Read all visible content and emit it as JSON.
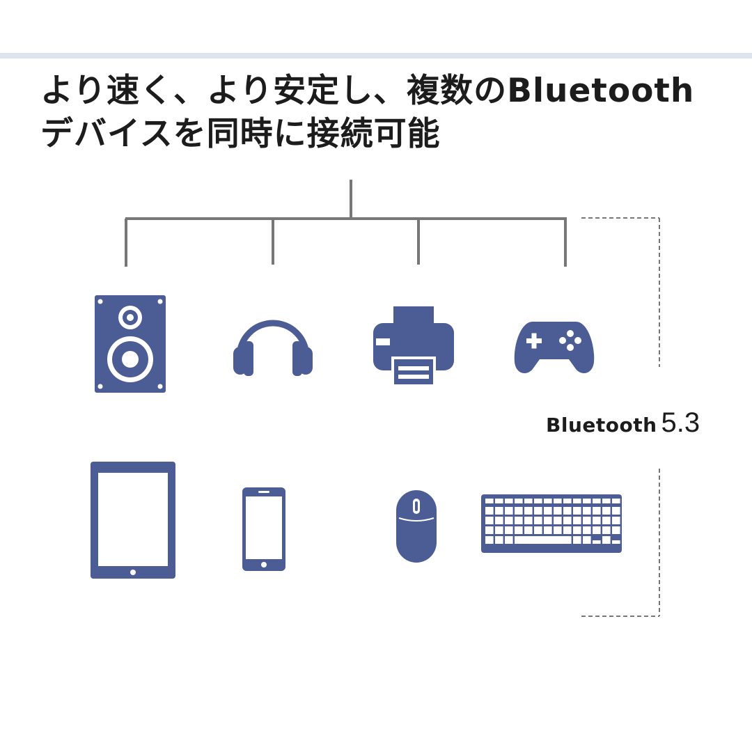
{
  "headline": {
    "line1": "より速く、より安定し、複数のBluetooth",
    "line2": "デバイスを同時に接続可能"
  },
  "bluetooth": {
    "label": "Bluetooth",
    "version": "5.3"
  },
  "colors": {
    "icon": "#4c5c94",
    "connector": "#777777",
    "text": "#1c1c1c",
    "top_rule": "#dde3ef"
  },
  "devices": [
    {
      "icon": "speaker-icon"
    },
    {
      "icon": "headphones-icon"
    },
    {
      "icon": "printer-icon"
    },
    {
      "icon": "gamepad-icon"
    },
    {
      "icon": "tablet-icon"
    },
    {
      "icon": "smartphone-icon"
    },
    {
      "icon": "mouse-icon"
    },
    {
      "icon": "keyboard-icon"
    }
  ]
}
